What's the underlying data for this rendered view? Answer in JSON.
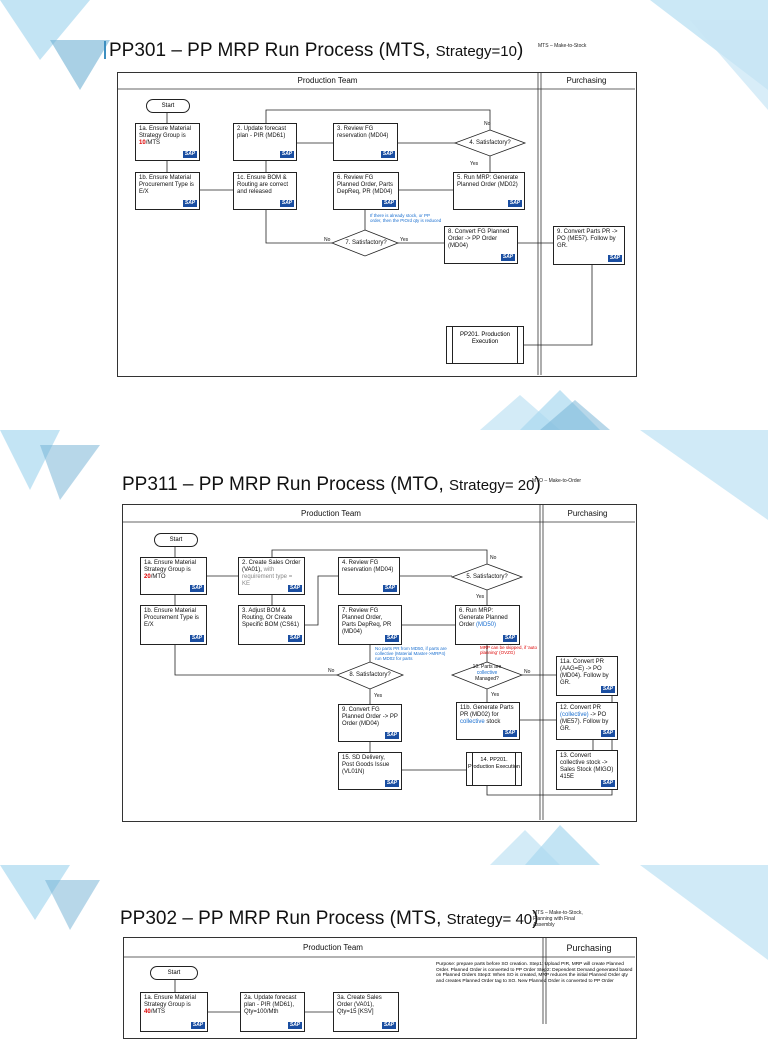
{
  "slides": [
    {
      "title_main": "PP301 – PP MRP Run Process (MTS,",
      "title_strategy": "Strategy=10",
      "title_close": ")",
      "note": "MTS – Make-to-Stock",
      "lane_production": "Production Team",
      "lane_purchasing": "Purchasing",
      "start": "Start",
      "box_1a": "1a. Ensure Material Strategy Group is ",
      "box_1a_red": "10",
      "box_1a_tail": "/MTS",
      "box_1b": "1b. Ensure Material Procurement Type is E/X",
      "box_1c": "1c. Ensure BOM & Routing are correct and released",
      "box_2": "2. Update forecast plan - PIR (MD61)",
      "box_3": "3. Review FG reservation (MD04)",
      "dec_4": "4. Satisfactory?",
      "box_5": "5. Run MRP: Generate Planned Order (MD02)",
      "box_6": "6. Review FG Planned Order, Parts DepReq, PR (MD04)",
      "dec_7": "7. Satisfactory?",
      "box_8": "8. Convert FG Planned Order -> PP Order (MD04)",
      "box_9": "9. Convert Parts PR -> PO (ME57). Follow by GR.",
      "proc_pp201": "PP201. Production Execution",
      "note_stock": "If there is already stock, or PP order, then the PIOrd qty is reduced",
      "lbl_no": "No",
      "lbl_yes": "Yes",
      "sap": "SAP"
    },
    {
      "title_main": "PP311 – PP MRP Run Process (MTO,",
      "title_strategy": "Strategy= 20",
      "title_close": ")",
      "note": "MTO – Make-to-Order",
      "lane_production": "Production Team",
      "lane_purchasing": "Purchasing",
      "start": "Start",
      "box_1a": "1a. Ensure Material Strategy Group is ",
      "box_1a_red": "20",
      "box_1a_tail": "/MTO",
      "box_1b": "1b. Ensure Material Procurement Type is E/X",
      "box_2": "2. Create Sales Order (VA01),",
      "box_2_grey": "with requirement type = KE",
      "box_3": "3. Adjust BOM & Routing, Or Create Specific BOM (CS61)",
      "box_4": "4. Review FG reservation (MD04)",
      "dec_5": "5. Satisfactory?",
      "box_6": "6. Run MRP: Generate Planned Order",
      "box_6_blue": "(MD50)",
      "box_7": "7. Review FG Planned Order, Parts DepReq, PR (MD04)",
      "dec_8": "8. Satisfactory?",
      "box_9": "9. Convert FG Planned Order -> PP Order (MD04)",
      "dec_10a": "10. Parts are",
      "dec_10b": "collective",
      "dec_10c": "Managed?",
      "box_11a": "11a. Convert PR (AAG=E) -> PO (MD04). Follow by GR.",
      "box_11b_a": "11b. Generate Parts PR (MD02) for ",
      "box_11b_blue": "collective",
      "box_11b_c": " stock",
      "box_12_a": "12. Convert PR ",
      "box_12_blue": "(collective)",
      "box_12_c": " -> PO (ME57). Follow by GR.",
      "box_13": "13. Convert collective stock -> Sales Stock (MIGO) 415E",
      "proc_14": "14. PP201. Production Execution",
      "box_15": "15. SD Delivery, Post Goods Issue (VL01N)",
      "note_blue": "No parts PR from MD50, if parts are collective (Material Master->MRP4) run MD02 for parts",
      "note_red": "MRP can be skipped, if 'auto planning' (OVZG)",
      "lbl_no": "No",
      "lbl_yes": "Yes",
      "sap": "SAP"
    },
    {
      "title_main": "PP302 – PP MRP Run Process (MTS,",
      "title_strategy": "Strategy= 40",
      "title_close": ")",
      "note": "MTS – Make-to-Stock, Planning with Final Assembly",
      "lane_production": "Production Team",
      "lane_purchasing": "Purchasing",
      "start": "Start",
      "box_1a": "1a. Ensure Material Strategy Group is ",
      "box_1a_red": "40",
      "box_1a_tail": "/MTS",
      "box_2a": "2a. Update forecast plan - PIR (MD61), Qty=100/Mth",
      "box_3a": "3a. Create Sales Order (VA01), Qty=15 [KSV]",
      "purpose": "Purpose: prepare parts before SO creation. Step1: Upload PIR, MRP will create Planned Order. Planned Order is converted to PP Order Step2: Dependent Demand generated based on Planned Orders Step3: When SO is created, MRP reduces the initial Planned Order qty and creates Planned Order tag to SO. New Planned Order is converted to PP Order",
      "sap": "SAP"
    }
  ],
  "colors": {
    "deco_light": "#a9d8f0",
    "deco_mid": "#6fb0d4",
    "deco_dark": "#3d8fc0",
    "sap_blue": "#1a4ea1",
    "strategy_red": "#d00000",
    "collective_blue": "#1a6fd0"
  }
}
